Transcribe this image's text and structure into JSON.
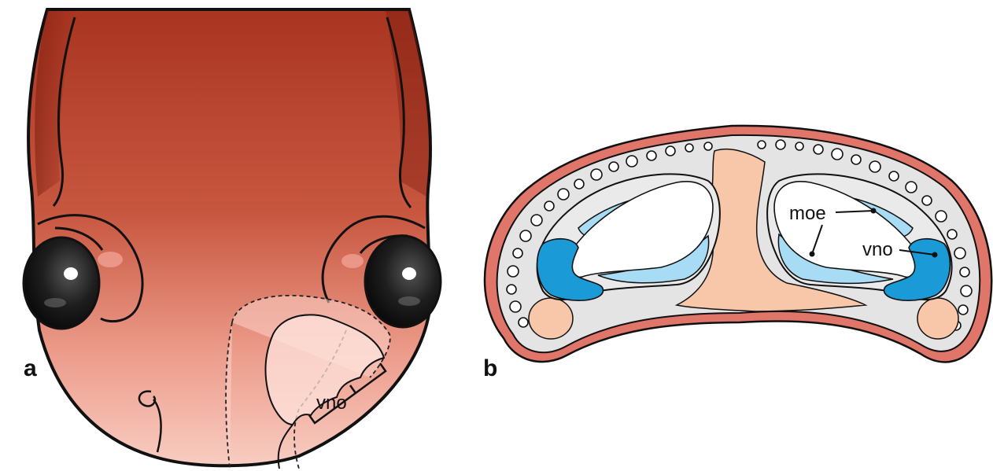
{
  "panels": [
    {
      "letter": "a",
      "labels": {
        "vno": "vno"
      }
    },
    {
      "letter": "b",
      "labels": {
        "moe": "moe",
        "vno": "vno"
      }
    }
  ],
  "colors": {
    "head_dark": "#a93520",
    "head_light": "#f6c6bb",
    "eye": "#151515",
    "skin_outline": "#e0756a",
    "bone_grey": "#e4e4e4",
    "cartilage": "#f8c6a8",
    "moe_blue": "#a8dcf4",
    "vno_blue": "#1a9ad6",
    "outline": "#1a1a1a"
  }
}
